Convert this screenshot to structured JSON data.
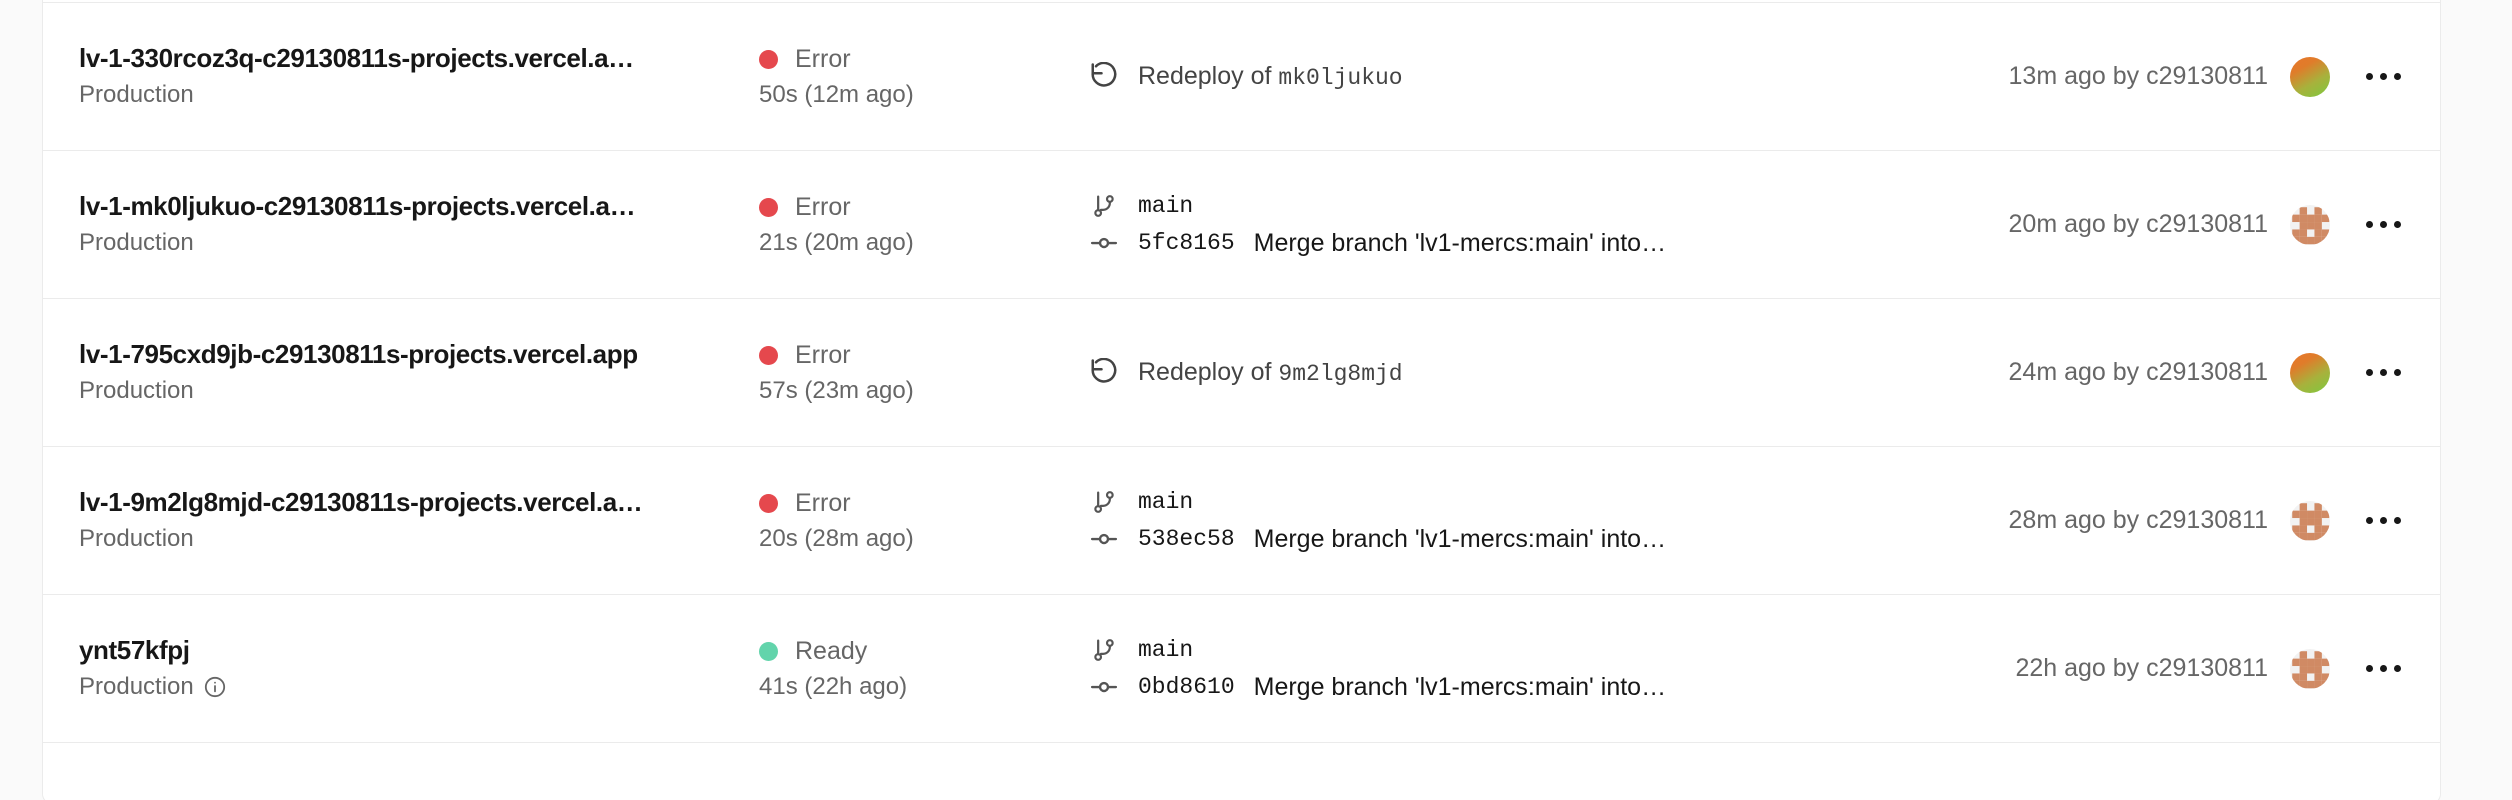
{
  "colors": {
    "error": "#e5484d",
    "ready": "#62d4ab",
    "card_bg": "#ffffff",
    "page_bg": "#fafafa",
    "border": "#ebebeb",
    "text_primary": "#171717",
    "text_secondary": "#666666",
    "avatar_identicon": "#d08a64"
  },
  "deployments": [
    {
      "domain": "lv-1-330rcoz3q-c29130811s-projects.vercel.a…",
      "environment": "Production",
      "has_info_icon": false,
      "status": "Error",
      "status_kind": "error",
      "duration": "50s (12m ago)",
      "source_type": "redeploy",
      "source_icon": "rotate-ccw-icon",
      "redeploy_prefix": "Redeploy of",
      "redeploy_target": "mk0ljukuo",
      "branch": "",
      "commit_sha": "",
      "commit_message": "",
      "time_ago": "13m ago by c29130811",
      "avatar_type": "gradient"
    },
    {
      "domain": "lv-1-mk0ljukuo-c29130811s-projects.vercel.a…",
      "environment": "Production",
      "has_info_icon": false,
      "status": "Error",
      "status_kind": "error",
      "duration": "21s (20m ago)",
      "source_type": "git",
      "source_icon": "git-branch-icon",
      "redeploy_prefix": "",
      "redeploy_target": "",
      "branch": "main",
      "commit_sha": "5fc8165",
      "commit_message": "Merge branch 'lv1-mercs:main' into…",
      "time_ago": "20m ago by c29130811",
      "avatar_type": "identicon"
    },
    {
      "domain": "lv-1-795cxd9jb-c29130811s-projects.vercel.app",
      "environment": "Production",
      "has_info_icon": false,
      "status": "Error",
      "status_kind": "error",
      "duration": "57s (23m ago)",
      "source_type": "redeploy",
      "source_icon": "rotate-ccw-icon",
      "redeploy_prefix": "Redeploy of",
      "redeploy_target": "9m2lg8mjd",
      "branch": "",
      "commit_sha": "",
      "commit_message": "",
      "time_ago": "24m ago by c29130811",
      "avatar_type": "gradient"
    },
    {
      "domain": "lv-1-9m2lg8mjd-c29130811s-projects.vercel.a…",
      "environment": "Production",
      "has_info_icon": false,
      "status": "Error",
      "status_kind": "error",
      "duration": "20s (28m ago)",
      "source_type": "git",
      "source_icon": "git-branch-icon",
      "redeploy_prefix": "",
      "redeploy_target": "",
      "branch": "main",
      "commit_sha": "538ec58",
      "commit_message": "Merge branch 'lv1-mercs:main' into…",
      "time_ago": "28m ago by c29130811",
      "avatar_type": "identicon"
    },
    {
      "domain": "ynt57kfpj",
      "environment": "Production",
      "has_info_icon": true,
      "status": "Ready",
      "status_kind": "ready",
      "duration": "41s (22h ago)",
      "source_type": "git",
      "source_icon": "git-branch-icon",
      "redeploy_prefix": "",
      "redeploy_target": "",
      "branch": "main",
      "commit_sha": "0bd8610",
      "commit_message": "Merge branch 'lv1-mercs:main' into…",
      "time_ago": "22h ago by c29130811",
      "avatar_type": "identicon"
    }
  ]
}
